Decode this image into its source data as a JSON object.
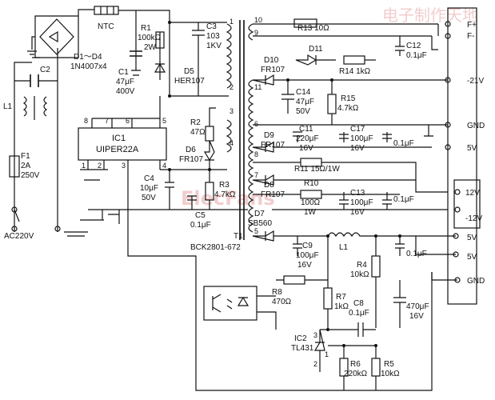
{
  "labels": {
    "ac_input": "AC220V",
    "fuse_name": "F1",
    "fuse_rating": "2A",
    "fuse_voltage": "250V",
    "l1_in": "L1",
    "c2": "C2",
    "bridge_name": "D1～D4",
    "bridge_part": "1N4007x4",
    "ntc": "NTC",
    "c1_name": "C1",
    "c1_val": "47μF",
    "c1_volt": "400V",
    "r1_name": "R1",
    "r1_val": "100kΩ",
    "r1_pow": "2W",
    "c3_name": "C3",
    "c3_val": "103",
    "c3_volt": "1KV",
    "d5_name": "D5",
    "d5_part": "HER107",
    "ic1_name": "IC1",
    "ic1_part": "UIPER22A",
    "ic1_pin8": "8",
    "ic1_pin7": "7",
    "ic1_pin6": "6",
    "ic1_pin5": "5",
    "ic1_pin1": "1",
    "ic1_pin2": "2",
    "ic1_pin3": "3",
    "ic1_pin4": "4",
    "r2_name": "R2",
    "r2_val": "47Ω",
    "d6_name": "D6",
    "d6_part": "FR107",
    "c4_name": "C4",
    "c4_val": "10μF",
    "c4_volt": "50V",
    "r3_name": "R3",
    "r3_val": "4.7kΩ",
    "c5_name": "C5",
    "c5_val": "0.1μF",
    "t1_name": "T1",
    "t1_part": "BCK2801-672",
    "pin10": "10",
    "pin9": "9",
    "pin1": "1",
    "pin2": "2",
    "pin3": "3",
    "pin4": "4",
    "pin11": "11",
    "pin6": "6",
    "pin8": "8",
    "pin7": "7",
    "pin5": "5",
    "r13": "R13  10Ω",
    "d11": "D11",
    "r14": "R14  1kΩ",
    "c12_name": "C12",
    "c12_val": "0.1μF",
    "d10_name": "D10",
    "d10_part": "FR107",
    "c14_name": "C14",
    "c14_val": "47μF",
    "c14_volt": "50V",
    "r15_name": "R15",
    "r15_val": "4.7kΩ",
    "d9_name": "D9",
    "d9_part": "FR107",
    "c11_name": "C11",
    "c11_val": "220μF",
    "c11_volt": "16V",
    "c17_name": "C17",
    "c17_val": "100μF",
    "c17_volt": "16V",
    "c_01a": "0.1μF",
    "r11": "R11  15Ω/1W",
    "d8_name": "D8",
    "d8_part": "FR107",
    "r10_name": "R10",
    "r10_val": "100Ω",
    "r10_pow": "1W",
    "c13_name": "C13",
    "c13_val": "100μF",
    "c13_volt": "16V",
    "c_01b": "0.1μF",
    "d7_name": "D7",
    "d7_part": "SB560",
    "l1_out": "L1",
    "c9_name": "C9",
    "c9_val": "100μF",
    "c9_volt": "16V",
    "c_01c": "0.1μF",
    "r4_name": "R4",
    "r4_val": "10kΩ",
    "r8_name": "R8",
    "r8_val": "470Ω",
    "r7_name": "R7",
    "r7_val": "1kΩ",
    "c8_name": "C8",
    "c8_val": "0.1μF",
    "c_470": "470μF",
    "c_470_volt": "16V",
    "ic2_name": "IC2",
    "ic2_part": "TL431",
    "ic2_pin3": "3",
    "ic2_pin1": "1",
    "ic2_pin2": "2",
    "r6_name": "R6",
    "r6_val": "220kΩ",
    "r5_name": "R5",
    "r5_val": "10kΩ",
    "out_fplus": "F+",
    "out_fminus": "F-",
    "out_m21": "-21V",
    "out_gnd1": "GND",
    "out_5v1": "5V",
    "out_12v": "12V",
    "out_m12": "-12V",
    "out_5v2": "5V",
    "out_5v3": "5V",
    "out_gnd2": "GND"
  }
}
